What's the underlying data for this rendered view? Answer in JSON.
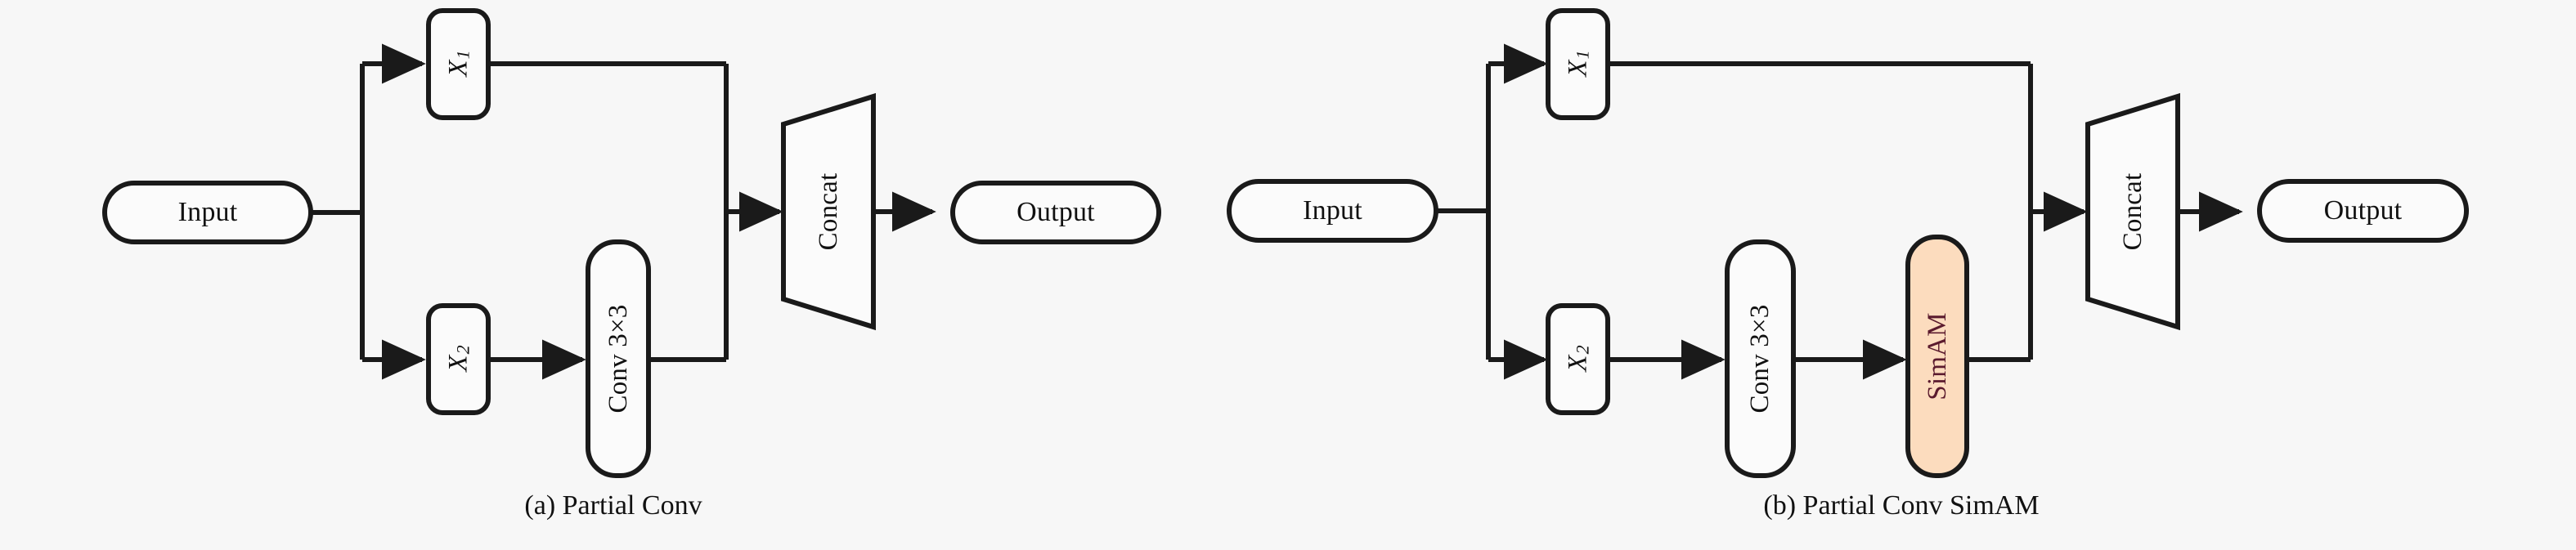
{
  "figure": {
    "background": "#f7f7f7",
    "stroke": "#1a1a1a",
    "pill_fill": "#fbfbfb",
    "simam_fill": "#fcdcbe",
    "simam_text_color": "#5b1b2e"
  },
  "panels": [
    {
      "id": "a",
      "caption": "(a) Partial Conv",
      "nodes": {
        "input": {
          "label": "Input",
          "shape": "rounded-pill"
        },
        "x1": {
          "label": "X",
          "sub": "1",
          "shape": "rounded-rect-vertical"
        },
        "x2": {
          "label": "X",
          "sub": "2",
          "shape": "rounded-rect-vertical"
        },
        "conv": {
          "label": "Conv 3×3",
          "shape": "rounded-rect-vertical"
        },
        "concat": {
          "label": "Concat",
          "shape": "trapezoid"
        },
        "output": {
          "label": "Output",
          "shape": "rounded-pill"
        }
      },
      "edges": [
        {
          "from": "input",
          "to": "split"
        },
        {
          "from": "split",
          "to": "x1"
        },
        {
          "from": "split",
          "to": "x2"
        },
        {
          "from": "x1",
          "to": "merge"
        },
        {
          "from": "x2",
          "to": "conv"
        },
        {
          "from": "conv",
          "to": "merge"
        },
        {
          "from": "merge",
          "to": "concat"
        },
        {
          "from": "concat",
          "to": "output"
        }
      ]
    },
    {
      "id": "b",
      "caption": "(b) Partial Conv SimAM",
      "nodes": {
        "input": {
          "label": "Input",
          "shape": "rounded-pill"
        },
        "x1": {
          "label": "X",
          "sub": "1",
          "shape": "rounded-rect-vertical"
        },
        "x2": {
          "label": "X",
          "sub": "2",
          "shape": "rounded-rect-vertical"
        },
        "conv": {
          "label": "Conv 3×3",
          "shape": "rounded-rect-vertical"
        },
        "simam": {
          "label": "SimAM",
          "shape": "rounded-rect-vertical",
          "highlight": true
        },
        "concat": {
          "label": "Concat",
          "shape": "trapezoid"
        },
        "output": {
          "label": "Output",
          "shape": "rounded-pill"
        }
      },
      "edges": [
        {
          "from": "input",
          "to": "split"
        },
        {
          "from": "split",
          "to": "x1"
        },
        {
          "from": "split",
          "to": "x2"
        },
        {
          "from": "x1",
          "to": "merge"
        },
        {
          "from": "x2",
          "to": "conv"
        },
        {
          "from": "conv",
          "to": "simam"
        },
        {
          "from": "simam",
          "to": "merge"
        },
        {
          "from": "merge",
          "to": "concat"
        },
        {
          "from": "concat",
          "to": "output"
        }
      ]
    }
  ]
}
